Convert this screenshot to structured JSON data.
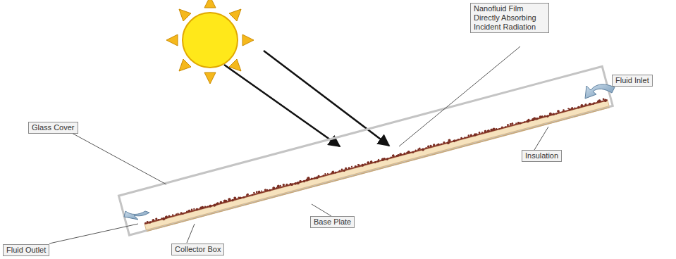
{
  "diagram": {
    "labels": [
      "Nanofluid Film Directly Absorbing Incident Radiation",
      "Fluid Inlet",
      "Glass Cover",
      "Insulation",
      "Base Plate",
      "Fluid Outlet",
      "Collector Box"
    ]
  }
}
